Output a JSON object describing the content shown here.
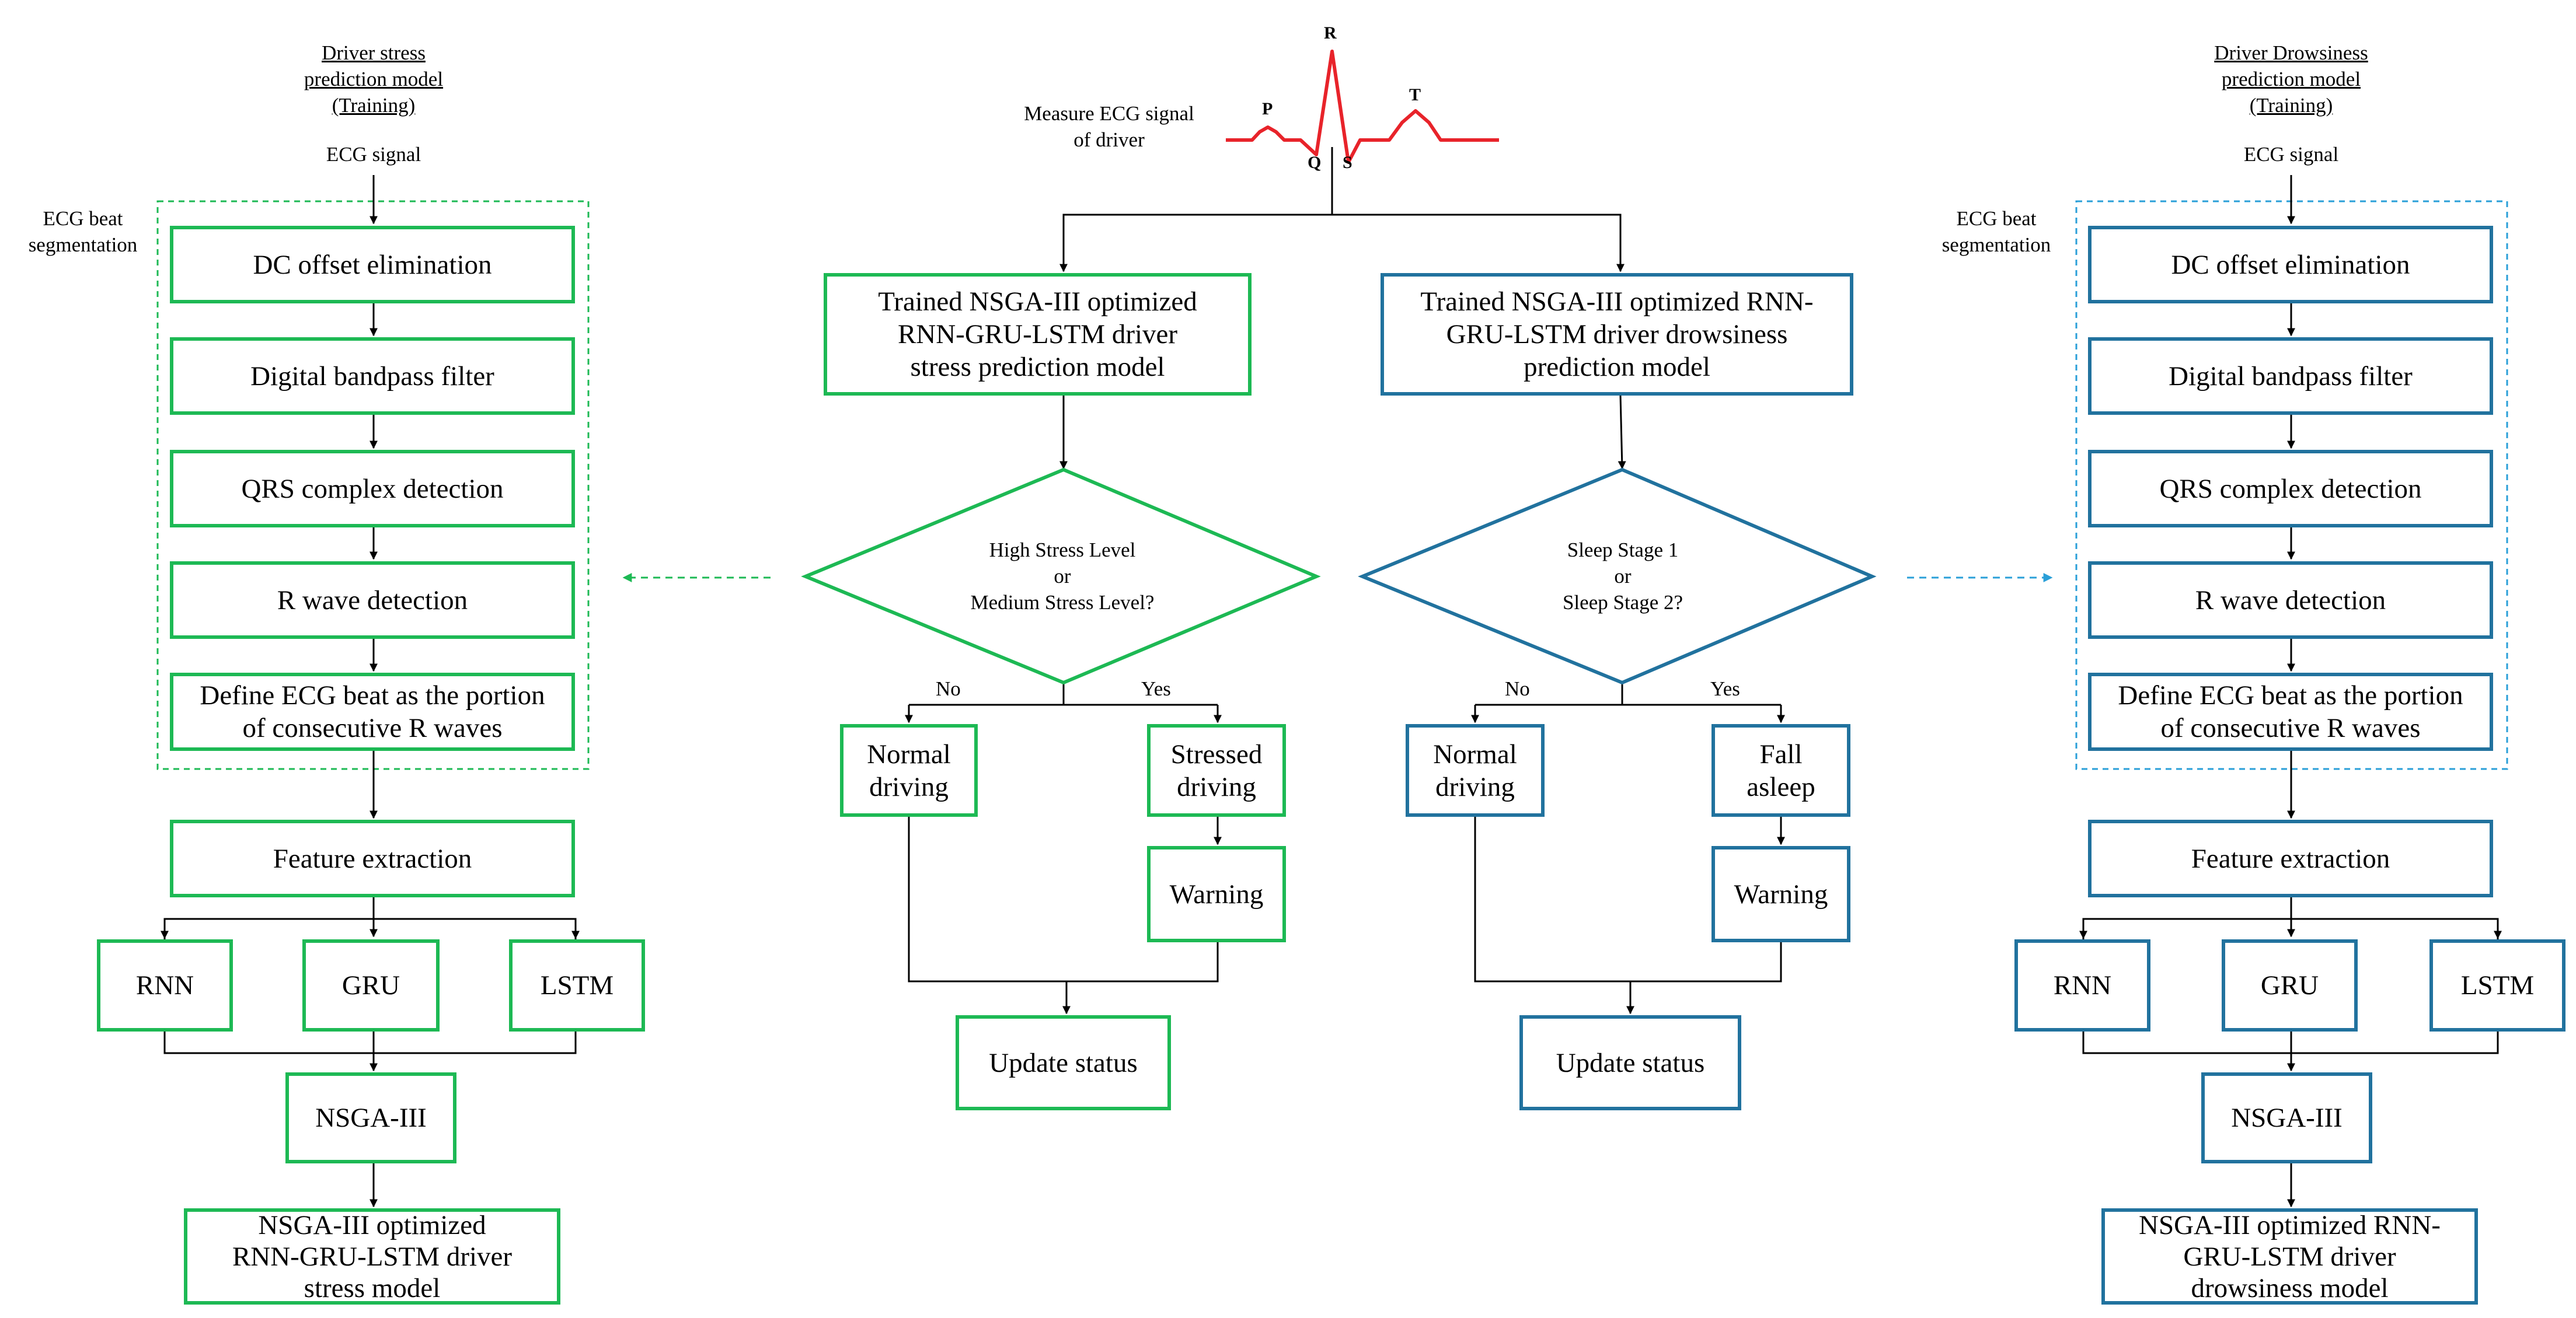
{
  "colors": {
    "green": "#1db954",
    "blue": "#21729e",
    "ecg_red": "#e8232a",
    "line": "#000000"
  },
  "left": {
    "title": [
      "Driver stress",
      "prediction model",
      "(Training)"
    ],
    "input": "ECG signal",
    "group_label": [
      "ECG beat",
      "segmentation"
    ],
    "steps": [
      "DC offset elimination",
      "Digital bandpass filter",
      "QRS complex detection",
      "R wave detection",
      "Define ECG beat as the portion of consecutive R waves"
    ],
    "feature": "Feature extraction",
    "models": [
      "RNN",
      "GRU",
      "LSTM"
    ],
    "optimizer": "NSGA-III",
    "output": "NSGA-III optimized RNN-GRU-LSTM driver stress model"
  },
  "right": {
    "title": [
      "Driver Drowsiness",
      "prediction model",
      "(Training)"
    ],
    "input": "ECG signal",
    "group_label": [
      "ECG beat",
      "segmentation"
    ],
    "steps": [
      "DC offset elimination",
      "Digital bandpass filter",
      "QRS complex detection",
      "R wave detection",
      "Define ECG beat as the portion of consecutive R waves"
    ],
    "feature": "Feature extraction",
    "models": [
      "RNN",
      "GRU",
      "LSTM"
    ],
    "optimizer": "NSGA-III",
    "output": "NSGA-III optimized RNN-GRU-LSTM driver drowsiness model"
  },
  "center": {
    "measure": [
      "Measure ECG signal",
      "of driver"
    ],
    "ecg_labels": {
      "p": "P",
      "q": "Q",
      "r": "R",
      "s": "S",
      "t": "T"
    },
    "stress": {
      "model": "Trained NSGA-III optimized RNN-GRU-LSTM driver stress prediction model",
      "decision": [
        "High Stress Level",
        "or",
        "Medium Stress Level?"
      ],
      "no": "No",
      "yes": "Yes",
      "no_result": "Normal driving",
      "yes_result": "Stressed driving",
      "warning": "Warning",
      "update": "Update status"
    },
    "drowsy": {
      "model": "Trained NSGA-III optimized RNN-GRU-LSTM driver drowsiness prediction model",
      "decision": [
        "Sleep Stage 1",
        "or",
        "Sleep Stage 2?"
      ],
      "no": "No",
      "yes": "Yes",
      "no_result": "Normal driving",
      "yes_result": "Fall asleep",
      "warning": "Warning",
      "update": "Update status"
    }
  }
}
